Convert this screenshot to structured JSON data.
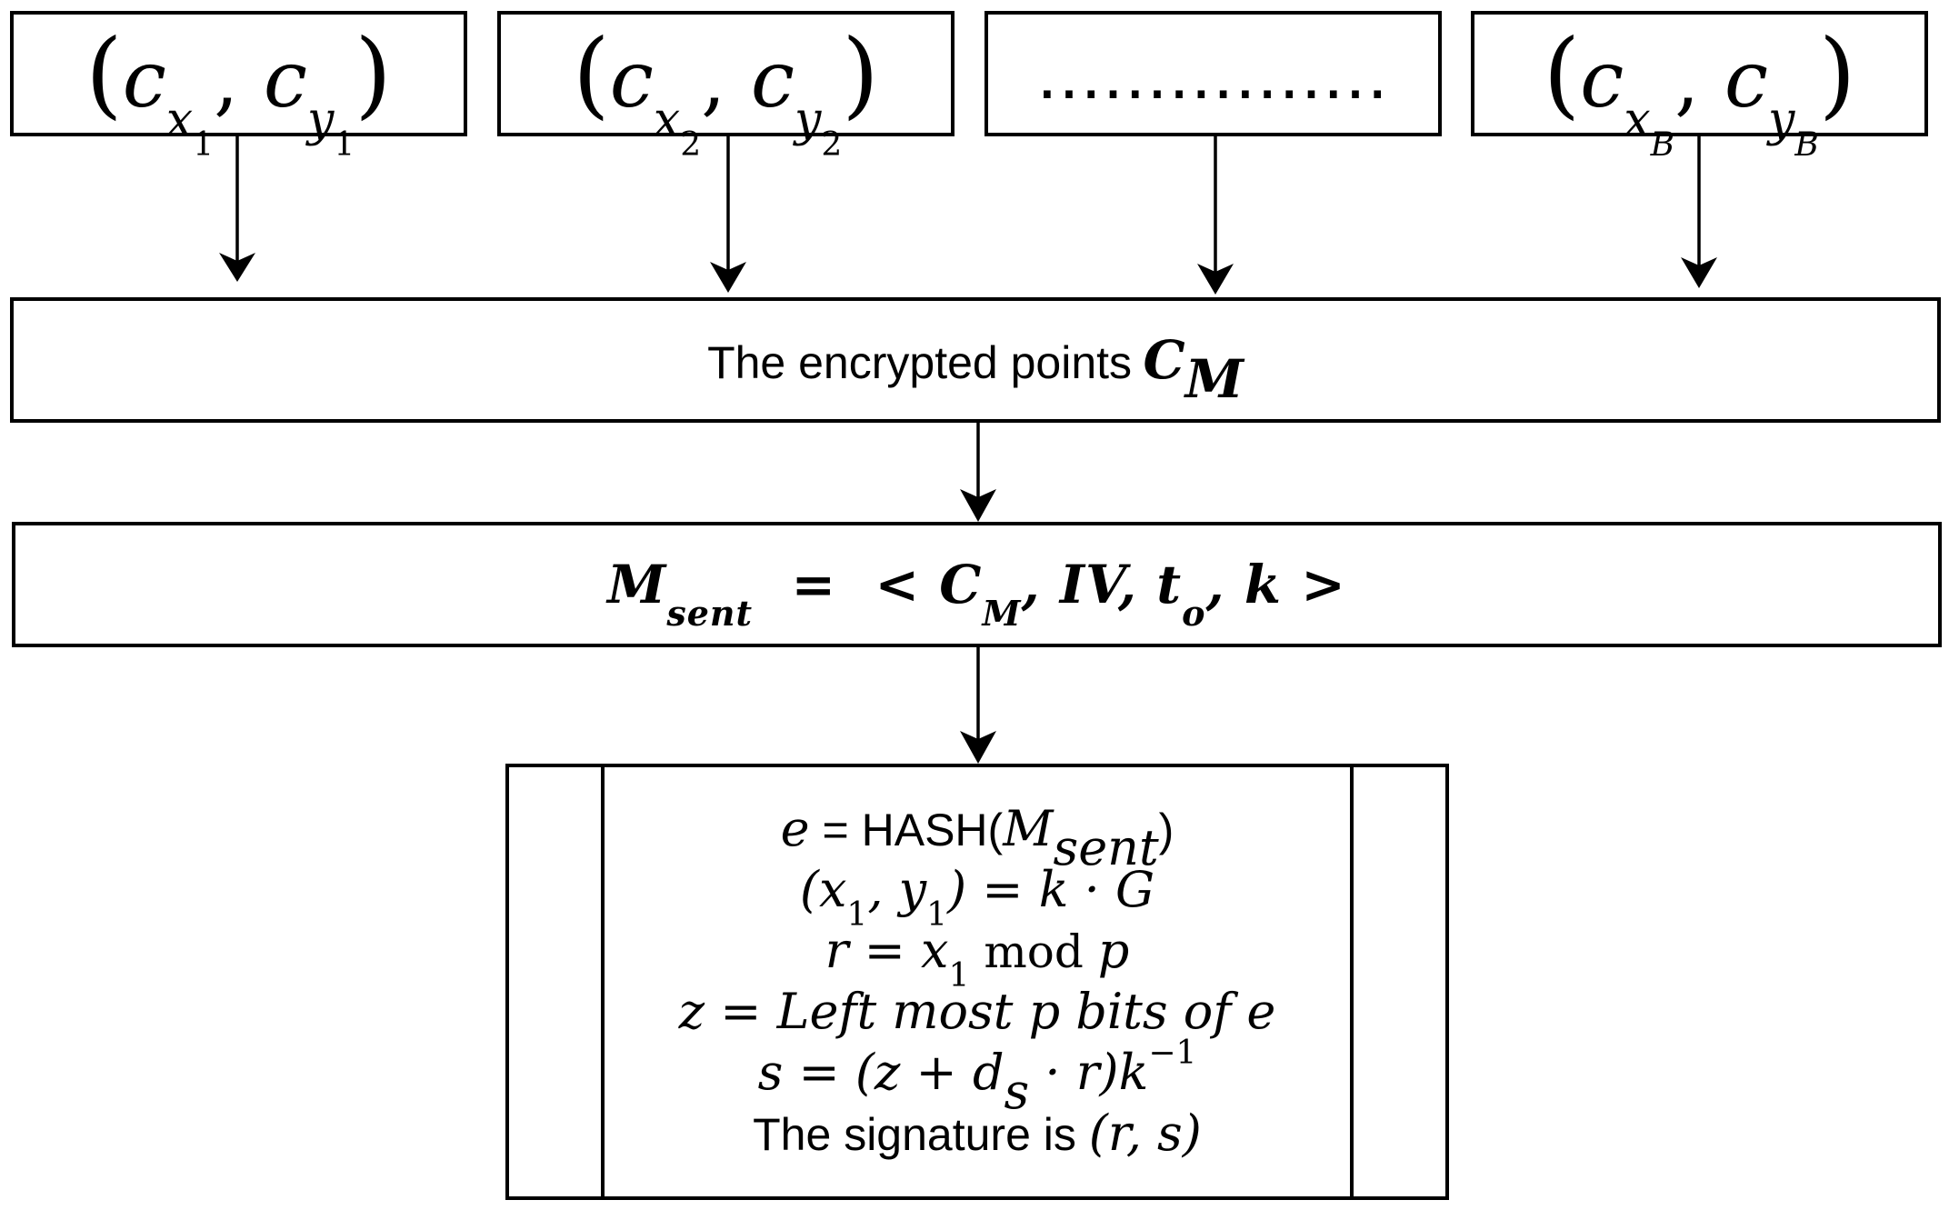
{
  "points": [
    {
      "sub1": "1",
      "sub2": "1"
    },
    {
      "sub1": "2",
      "sub2": "2"
    },
    {
      "dots": "................"
    },
    {
      "sub1": "B",
      "sub2": "B"
    }
  ],
  "point_symbol": {
    "c": "c",
    "x": "x",
    "y": "y",
    "comma": ","
  },
  "encrypted": {
    "label": "The encrypted points",
    "symbol": "C",
    "sub": "M"
  },
  "message": {
    "lhs": "M",
    "lhs_sub": "sent",
    "rhs": "=  < C",
    "rhs_sub": "M",
    "rest": ", IV, t",
    "t_sub": "o",
    "end": ", k >"
  },
  "signature": {
    "line1": {
      "e": "e",
      "eq": " = HASH(",
      "m": "M",
      "m_sub": "sent",
      "close": ")"
    },
    "line2": {
      "text1": "(x",
      "s1": "1",
      "text2": ", y",
      "s2": "1",
      "text3": ") = k · G"
    },
    "line3": {
      "text1": "r = x",
      "s1": "1",
      "mod": " mod ",
      "p": "p"
    },
    "line4": {
      "text": "z = Left most p bits of e"
    },
    "line5": {
      "text1": "s = (z + d",
      "s1": "s",
      "text2": " · r)k",
      "sup": "−1"
    },
    "line6": {
      "label": "The signature is ",
      "expr": "(r, s)"
    }
  }
}
